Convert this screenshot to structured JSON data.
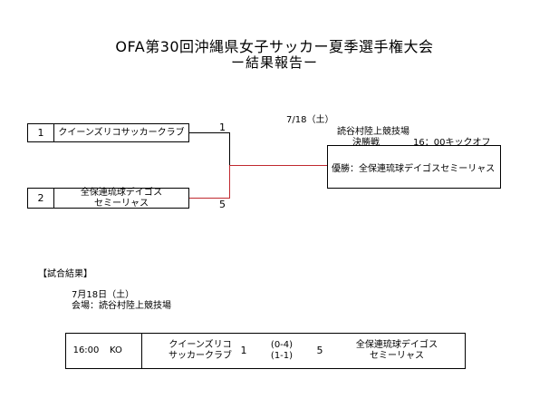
{
  "title": "OFA第30回沖縄県女子サッカー夏季選手権大会",
  "subtitle": "ー結果報告ー",
  "bracket": {
    "date": "7/18（土）",
    "venue": "読谷村陸上競技場",
    "round": "決勝戦",
    "kickoff": "16：00キックオフ",
    "team1": {
      "seed": "1",
      "name": "クイーンズリコサッカークラブ",
      "score": "1"
    },
    "team2": {
      "seed": "2",
      "name_line1": "全保連琉球デイゴス",
      "name_line2": "セミーリャス",
      "score": "5"
    },
    "winner": "優勝：全保連琉球デイゴスセミーリャス"
  },
  "results": {
    "heading": "【試合結果】",
    "date": "7月18日（土）",
    "venue": "会場：読谷村陸上競技場",
    "match": {
      "time": "16:00",
      "ko": "KO",
      "home_line1": "クイーンズリコ",
      "home_line2": "サッカークラブ",
      "home_score": "1",
      "half1": "(0-4)",
      "half2": "(1-1)",
      "away_score": "5",
      "away_line1": "全保連琉球デイゴス",
      "away_line2": "セミーリャス"
    }
  },
  "colors": {
    "winner_line": "#c0292f"
  }
}
